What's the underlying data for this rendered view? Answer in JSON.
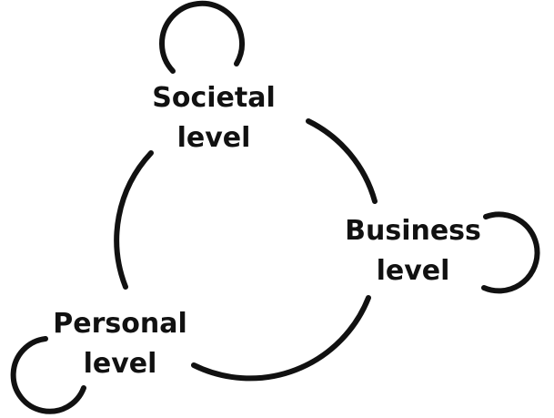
{
  "diagram": {
    "nodes": {
      "societal": {
        "line1": "Societal",
        "line2": "level"
      },
      "business": {
        "line1": "Business",
        "line2": "level"
      },
      "personal": {
        "line1": "Personal",
        "line2": "level"
      }
    },
    "colors": {
      "stroke": "#111111",
      "text": "#111111",
      "background": "#ffffff"
    }
  }
}
